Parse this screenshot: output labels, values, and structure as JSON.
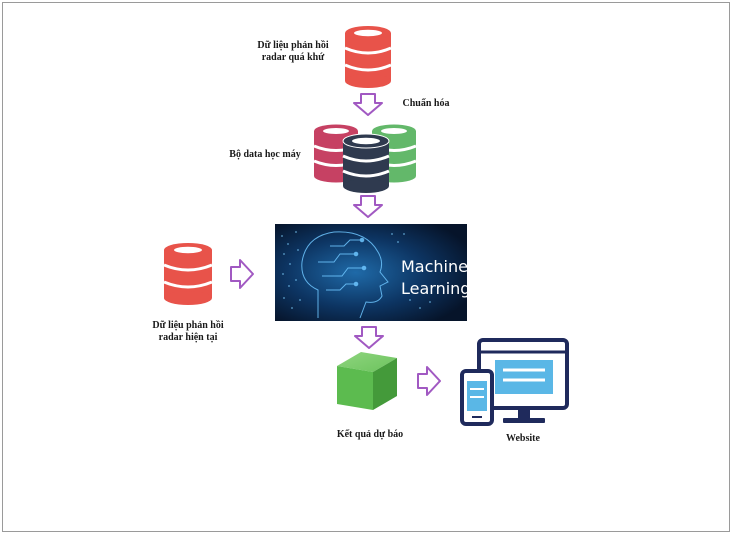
{
  "nodes": {
    "past_radar": {
      "line1": "Dữ liệu phản hồi",
      "line2": "radar quá khứ"
    },
    "normalize": {
      "label": "Chuẩn hóa"
    },
    "ml_dataset": {
      "label": "Bộ data học máy"
    },
    "ml_banner": {
      "line1": "Machine",
      "line2": "Learning"
    },
    "current_radar": {
      "line1": "Dữ liệu phản hồi",
      "line2": "radar hiện tại"
    },
    "forecast": {
      "label": "Kết quả dự báo"
    },
    "website": {
      "label": "Website"
    }
  },
  "colors": {
    "database_red": "#e8534a",
    "database_crimson": "#c64163",
    "database_navy": "#2f3a4f",
    "database_green": "#63b86a",
    "arrow_purple": "#a159c2",
    "cube_green": "#5cbb4f",
    "device_navy": "#1f2a5c",
    "device_blue": "#5ab7e6",
    "ml_bg": "#0b1f3a"
  }
}
